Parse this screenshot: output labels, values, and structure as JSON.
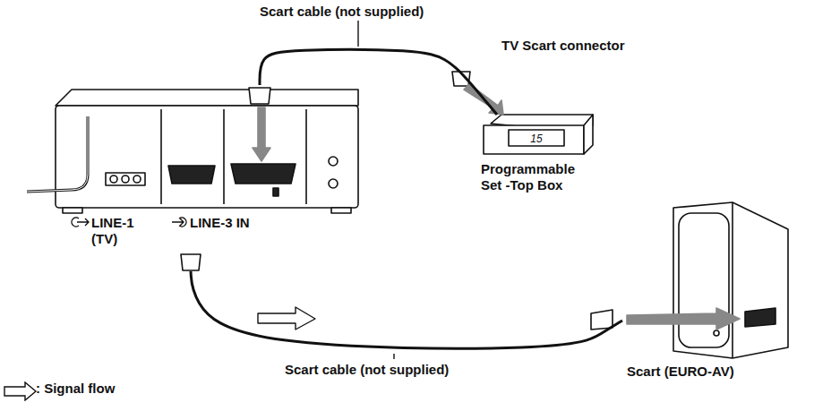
{
  "diagram": {
    "nodes": [
      {
        "text": [
          "LINE-1 (TV)",
          "LINE-3 IN"
        ]
      },
      {
        "text": [
          "15",
          "Programmable Set -Top Box"
        ]
      },
      {
        "text": [
          "Scart (EURO-AV)"
        ]
      }
    ],
    "edges": [
      {
        "from": 0,
        "to": 1,
        "arrow": "none",
        "label": "Scart cable (not supplied)"
      },
      {
        "from": 0,
        "to": 2,
        "arrow": "none",
        "label": "Scart cable (not supplied)"
      }
    ],
    "labels": [
      "TV Scart connector"
    ],
    "legend": [
      {
        "text": ": Signal flow"
      }
    ]
  }
}
